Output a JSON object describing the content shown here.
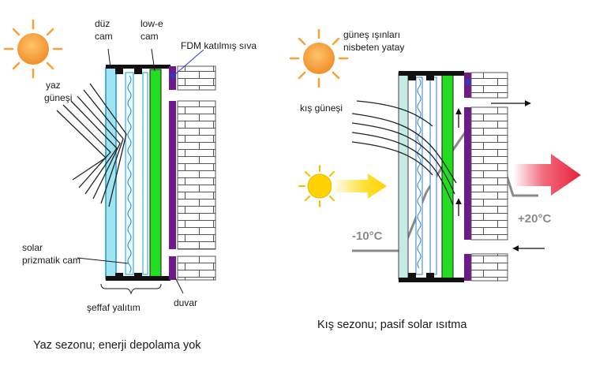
{
  "summer": {
    "clear_glass": [
      "düz",
      "cam"
    ],
    "lowe_glass": [
      "low-e",
      "cam"
    ],
    "plaster": "FDM katılmış sıva",
    "sun_label": [
      "yaz",
      "güneşi"
    ],
    "prism_glass": [
      "solar",
      "prizmatik cam"
    ],
    "insulation": "şeffaf yalıtım",
    "wall": "duvar",
    "caption": "Yaz sezonu; enerji depolama yok"
  },
  "winter": {
    "rays_note": [
      "güneş ışınları",
      "nisbeten yatay"
    ],
    "sun_label": "kış güneşi",
    "temp_out": "-10°C",
    "temp_in": "+20°C",
    "caption": "Kış sezonu; pasif solar ısıtma"
  },
  "colors": {
    "sun": "#f7a135",
    "winter_sun": "#ffd200",
    "glass": "#9fe4f0",
    "glass_edge": "#1a9cc8",
    "lowe": "#22dd22",
    "purple": "#6d1b8a",
    "heat_arrow": "#e8213a",
    "temp_line": "#8a8a8a"
  }
}
